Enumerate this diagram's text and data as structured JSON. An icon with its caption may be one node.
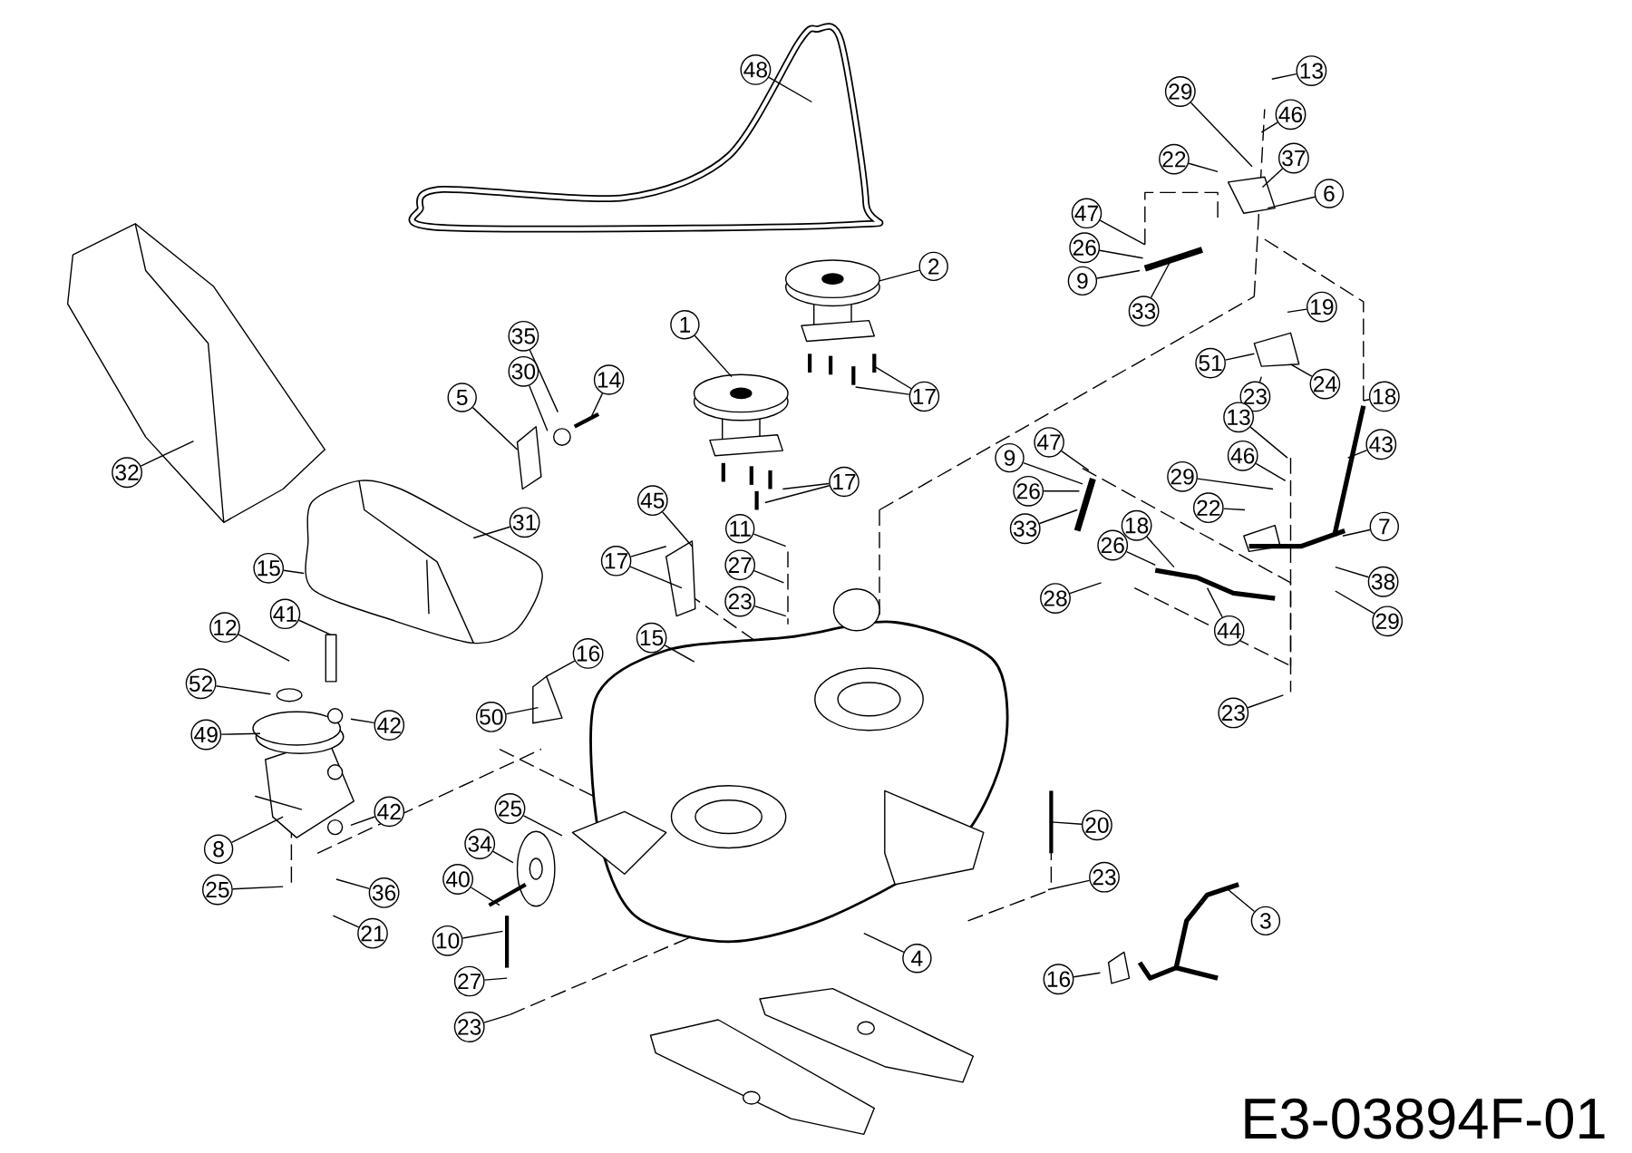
{
  "diagram": {
    "nodes": [
      {
        "text": [
          "48"
        ]
      },
      {
        "text": [
          "2"
        ]
      },
      {
        "text": [
          "1"
        ]
      },
      {
        "text": [
          "35"
        ]
      },
      {
        "text": [
          "30"
        ]
      },
      {
        "text": [
          "14"
        ]
      },
      {
        "text": [
          "5"
        ]
      },
      {
        "text": [
          "17"
        ]
      },
      {
        "text": [
          "17"
        ]
      },
      {
        "text": [
          "32"
        ]
      },
      {
        "text": [
          "31"
        ]
      },
      {
        "text": [
          "15"
        ]
      },
      {
        "text": [
          "45"
        ]
      },
      {
        "text": [
          "17"
        ]
      },
      {
        "text": [
          "11"
        ]
      },
      {
        "text": [
          "27"
        ]
      },
      {
        "text": [
          "23"
        ]
      },
      {
        "text": [
          "15"
        ]
      },
      {
        "text": [
          "16"
        ]
      },
      {
        "text": [
          "50"
        ]
      },
      {
        "text": [
          "12"
        ]
      },
      {
        "text": [
          "41"
        ]
      },
      {
        "text": [
          "52"
        ]
      },
      {
        "text": [
          "42"
        ]
      },
      {
        "text": [
          "49"
        ]
      },
      {
        "text": [
          "42"
        ]
      },
      {
        "text": [
          "8"
        ]
      },
      {
        "text": [
          "25"
        ]
      },
      {
        "text": [
          "36"
        ]
      },
      {
        "text": [
          "21"
        ]
      },
      {
        "text": [
          "25"
        ]
      },
      {
        "text": [
          "34"
        ]
      },
      {
        "text": [
          "40"
        ]
      },
      {
        "text": [
          "10"
        ]
      },
      {
        "text": [
          "27"
        ]
      },
      {
        "text": [
          "23"
        ]
      },
      {
        "text": [
          "4"
        ]
      },
      {
        "text": [
          "20"
        ]
      },
      {
        "text": [
          "23"
        ]
      },
      {
        "text": [
          "3"
        ]
      },
      {
        "text": [
          "16"
        ]
      },
      {
        "text": [
          "29"
        ]
      },
      {
        "text": [
          "13"
        ]
      },
      {
        "text": [
          "46"
        ]
      },
      {
        "text": [
          "22"
        ]
      },
      {
        "text": [
          "37"
        ]
      },
      {
        "text": [
          "6"
        ]
      },
      {
        "text": [
          "47"
        ]
      },
      {
        "text": [
          "26"
        ]
      },
      {
        "text": [
          "9"
        ]
      },
      {
        "text": [
          "33"
        ]
      },
      {
        "text": [
          "19"
        ]
      },
      {
        "text": [
          "51"
        ]
      },
      {
        "text": [
          "23"
        ]
      },
      {
        "text": [
          "24"
        ]
      },
      {
        "text": [
          "18"
        ]
      },
      {
        "text": [
          "13"
        ]
      },
      {
        "text": [
          "43"
        ]
      },
      {
        "text": [
          "46"
        ]
      },
      {
        "text": [
          "29"
        ]
      },
      {
        "text": [
          "22"
        ]
      },
      {
        "text": [
          "7"
        ]
      },
      {
        "text": [
          "47"
        ]
      },
      {
        "text": [
          "9"
        ]
      },
      {
        "text": [
          "26"
        ]
      },
      {
        "text": [
          "33"
        ]
      },
      {
        "text": [
          "18"
        ]
      },
      {
        "text": [
          "26"
        ]
      },
      {
        "text": [
          "28"
        ]
      },
      {
        "text": [
          "44"
        ]
      },
      {
        "text": [
          "38"
        ]
      },
      {
        "text": [
          "29"
        ]
      },
      {
        "text": [
          "23"
        ]
      }
    ],
    "edges": [
      {
        "from": 0,
        "to": null,
        "arrow": "none"
      },
      {
        "from": 1,
        "to": null,
        "arrow": "none"
      },
      {
        "from": 2,
        "to": null,
        "arrow": "none"
      },
      {
        "from": 3,
        "to": null,
        "arrow": "none"
      },
      {
        "from": 4,
        "to": null,
        "arrow": "none"
      },
      {
        "from": 5,
        "to": null,
        "arrow": "none"
      },
      {
        "from": 6,
        "to": null,
        "arrow": "none"
      },
      {
        "from": 7,
        "to": null,
        "arrow": "none"
      },
      {
        "from": 7,
        "to": null,
        "arrow": "none"
      },
      {
        "from": 8,
        "to": null,
        "arrow": "none"
      },
      {
        "from": 8,
        "to": null,
        "arrow": "none"
      },
      {
        "from": 9,
        "to": null,
        "arrow": "none"
      },
      {
        "from": 10,
        "to": null,
        "arrow": "none"
      },
      {
        "from": 11,
        "to": null,
        "arrow": "none"
      },
      {
        "from": 12,
        "to": null,
        "arrow": "none"
      },
      {
        "from": 13,
        "to": null,
        "arrow": "none"
      },
      {
        "from": 13,
        "to": null,
        "arrow": "none"
      },
      {
        "from": 14,
        "to": null,
        "arrow": "none"
      },
      {
        "from": 15,
        "to": null,
        "arrow": "none"
      },
      {
        "from": 16,
        "to": null,
        "arrow": "none"
      },
      {
        "from": 17,
        "to": null,
        "arrow": "none"
      },
      {
        "from": 18,
        "to": null,
        "arrow": "none"
      },
      {
        "from": 19,
        "to": null,
        "arrow": "none"
      },
      {
        "from": 20,
        "to": null,
        "arrow": "none"
      },
      {
        "from": 21,
        "to": null,
        "arrow": "none"
      },
      {
        "from": 22,
        "to": null,
        "arrow": "none"
      },
      {
        "from": 23,
        "to": null,
        "arrow": "none"
      },
      {
        "from": 24,
        "to": null,
        "arrow": "none"
      },
      {
        "from": 25,
        "to": null,
        "arrow": "none"
      },
      {
        "from": 26,
        "to": null,
        "arrow": "none"
      },
      {
        "from": 27,
        "to": null,
        "arrow": "none"
      },
      {
        "from": 28,
        "to": null,
        "arrow": "none"
      },
      {
        "from": 29,
        "to": null,
        "arrow": "none"
      },
      {
        "from": 30,
        "to": null,
        "arrow": "none"
      },
      {
        "from": 31,
        "to": null,
        "arrow": "none"
      },
      {
        "from": 32,
        "to": null,
        "arrow": "none"
      },
      {
        "from": 33,
        "to": null,
        "arrow": "none"
      },
      {
        "from": 34,
        "to": null,
        "arrow": "none"
      },
      {
        "from": 35,
        "to": null,
        "arrow": "none"
      },
      {
        "from": 36,
        "to": null,
        "arrow": "none"
      },
      {
        "from": 37,
        "to": null,
        "arrow": "none"
      },
      {
        "from": 38,
        "to": null,
        "arrow": "none"
      },
      {
        "from": 39,
        "to": null,
        "arrow": "none"
      },
      {
        "from": 40,
        "to": null,
        "arrow": "none"
      },
      {
        "from": 41,
        "to": null,
        "arrow": "none"
      },
      {
        "from": 42,
        "to": null,
        "arrow": "none"
      },
      {
        "from": 43,
        "to": null,
        "arrow": "none"
      },
      {
        "from": 44,
        "to": null,
        "arrow": "none"
      },
      {
        "from": 45,
        "to": null,
        "arrow": "none"
      },
      {
        "from": 46,
        "to": null,
        "arrow": "none"
      },
      {
        "from": 47,
        "to": null,
        "arrow": "none"
      },
      {
        "from": 48,
        "to": null,
        "arrow": "none"
      },
      {
        "from": 49,
        "to": null,
        "arrow": "none"
      },
      {
        "from": 50,
        "to": null,
        "arrow": "none"
      },
      {
        "from": 51,
        "to": null,
        "arrow": "none"
      },
      {
        "from": 52,
        "to": null,
        "arrow": "none"
      },
      {
        "from": 53,
        "to": null,
        "arrow": "none"
      },
      {
        "from": 54,
        "to": null,
        "arrow": "none"
      },
      {
        "from": 55,
        "to": null,
        "arrow": "none"
      },
      {
        "from": 56,
        "to": null,
        "arrow": "none"
      },
      {
        "from": 57,
        "to": null,
        "arrow": "none"
      },
      {
        "from": 58,
        "to": null,
        "arrow": "none"
      },
      {
        "from": 59,
        "to": null,
        "arrow": "none"
      },
      {
        "from": 60,
        "to": null,
        "arrow": "none"
      },
      {
        "from": 61,
        "to": null,
        "arrow": "none"
      },
      {
        "from": 62,
        "to": null,
        "arrow": "none"
      },
      {
        "from": 63,
        "to": null,
        "arrow": "none"
      },
      {
        "from": 64,
        "to": null,
        "arrow": "none"
      },
      {
        "from": 65,
        "to": null,
        "arrow": "none"
      },
      {
        "from": 66,
        "to": null,
        "arrow": "none"
      },
      {
        "from": 67,
        "to": null,
        "arrow": "none"
      },
      {
        "from": 68,
        "to": null,
        "arrow": "none"
      },
      {
        "from": 69,
        "to": null,
        "arrow": "none"
      },
      {
        "from": 70,
        "to": null,
        "arrow": "none"
      },
      {
        "from": 71,
        "to": null,
        "arrow": "none"
      },
      {
        "from": 72,
        "to": null,
        "arrow": "none"
      }
    ],
    "labels": [
      "E3-03894F-01"
    ]
  }
}
